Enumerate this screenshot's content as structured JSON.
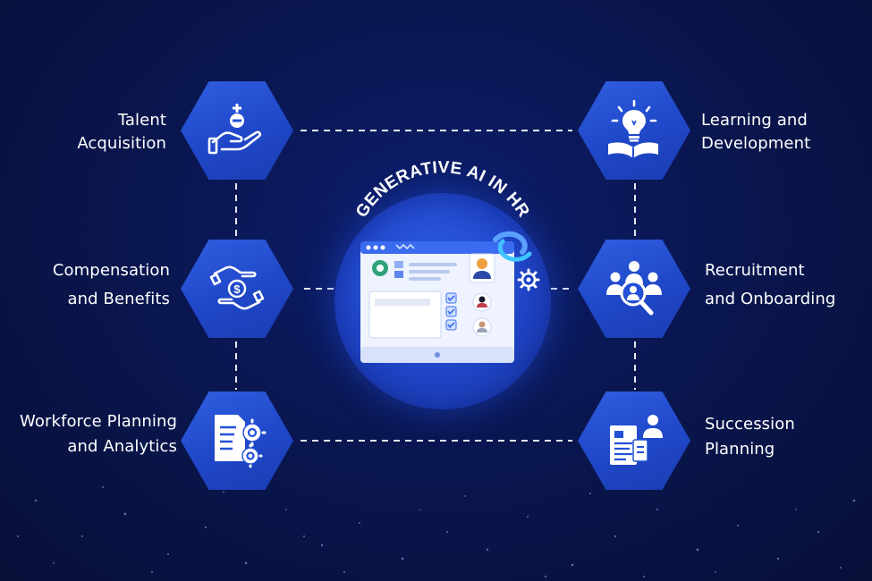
{
  "center": {
    "title": "GENERATIVE AI IN HR"
  },
  "nodes": [
    {
      "id": "talent-acquisition",
      "line1": "Talent",
      "line2": "Acquisition",
      "icon": "hand-with-plus-icon"
    },
    {
      "id": "compensation-benefits",
      "line1": "Compensation",
      "line2": "and Benefits",
      "icon": "hands-dollar-icon"
    },
    {
      "id": "workforce-planning",
      "line1": "Workforce Planning",
      "line2": "and Analytics",
      "icon": "document-gears-icon"
    },
    {
      "id": "learning-development",
      "line1": "Learning and",
      "line2": "Development",
      "icon": "lightbulb-book-icon"
    },
    {
      "id": "recruitment-onboarding",
      "line1": "Recruitment",
      "line2": "and Onboarding",
      "icon": "people-magnifier-icon"
    },
    {
      "id": "succession-planning",
      "line1": "Succession",
      "line2": "Planning",
      "icon": "profile-documents-icon"
    }
  ],
  "colors": {
    "background": "#0a1650",
    "hexagon": "#2350d6",
    "accent": "#4a7bff",
    "line": "#ffffff"
  }
}
